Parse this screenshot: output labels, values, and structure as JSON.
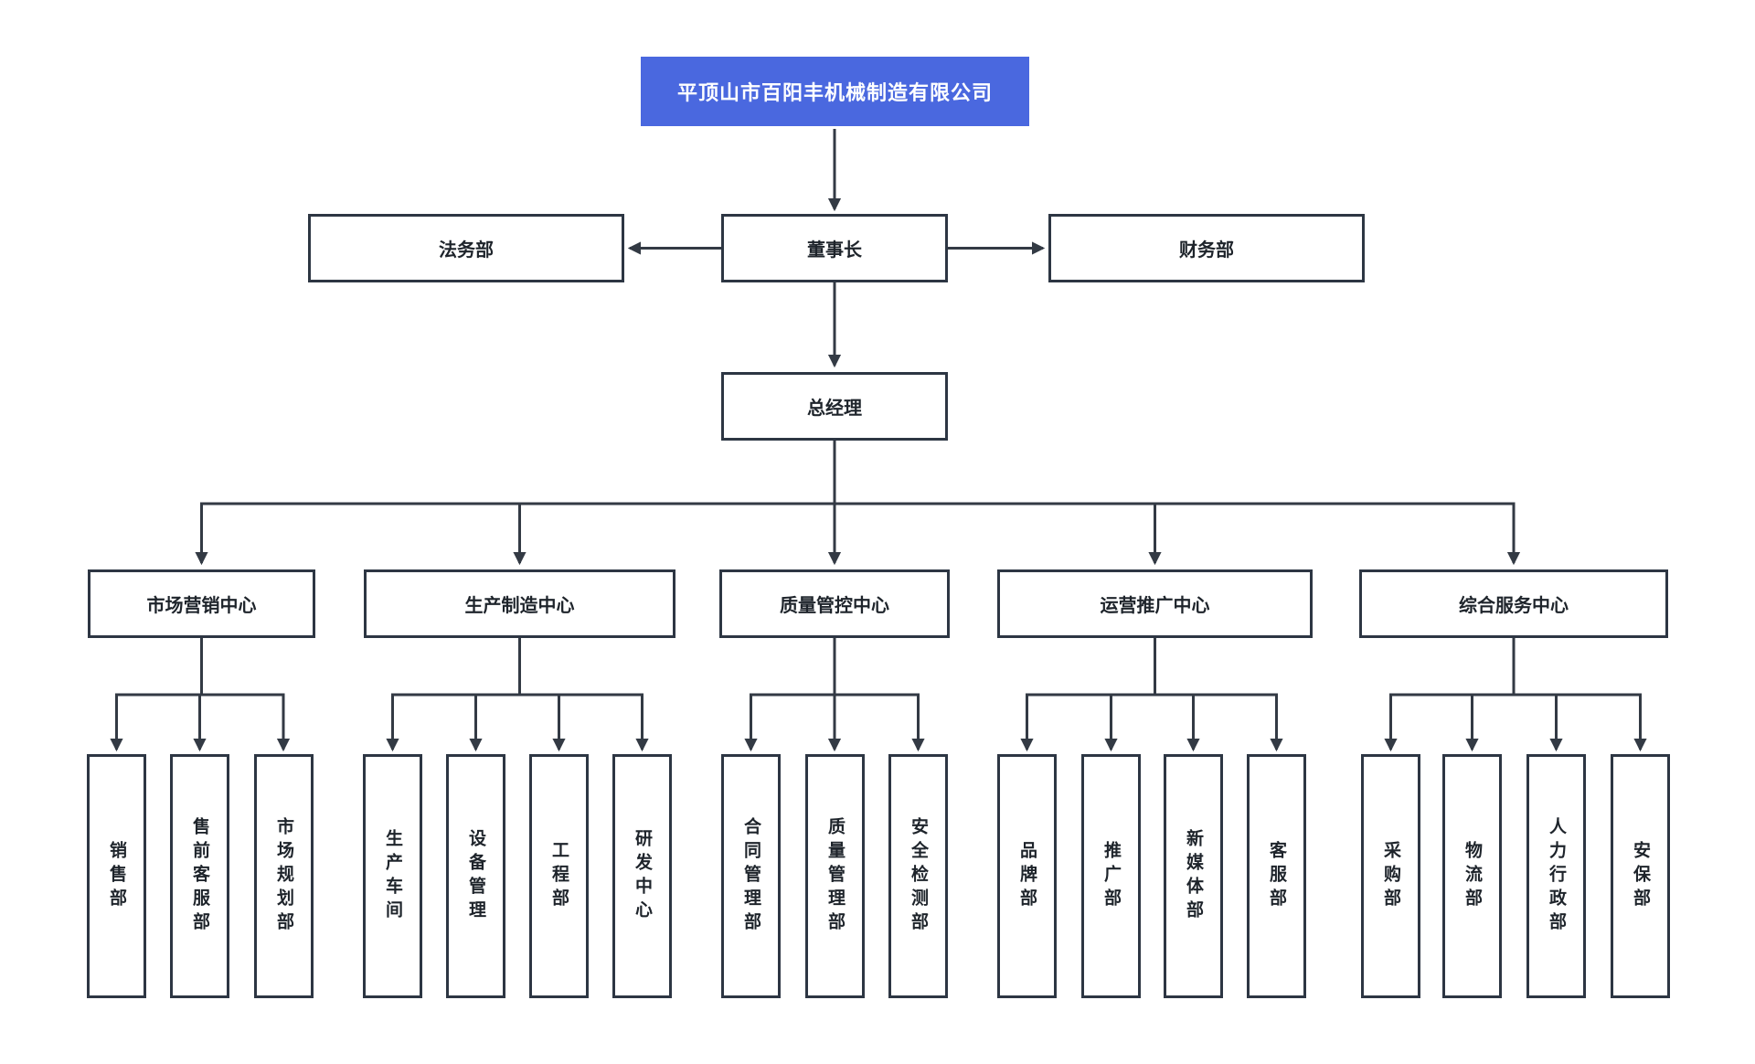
{
  "org_chart": {
    "root": {
      "label": "平顶山市百阳丰机械制造有限公司"
    },
    "level2": [
      {
        "label": "法务部"
      },
      {
        "label": "董事长"
      },
      {
        "label": "财务部"
      }
    ],
    "general_manager": {
      "label": "总经理"
    },
    "centers": [
      {
        "label": "市场营销中心",
        "departments": [
          "销售部",
          "售前客服部",
          "市场规划部"
        ]
      },
      {
        "label": "生产制造中心",
        "departments": [
          "生产车间",
          "设备管理",
          "工程部",
          "研发中心"
        ]
      },
      {
        "label": "质量管控中心",
        "departments": [
          "合同管理部",
          "质量管理部",
          "安全检测部"
        ]
      },
      {
        "label": "运营推广中心",
        "departments": [
          "品牌部",
          "推广部",
          "新媒体部",
          "客服部"
        ]
      },
      {
        "label": "综合服务中心",
        "departments": [
          "采购部",
          "物流部",
          "人力行政部",
          "安保部"
        ]
      }
    ],
    "colors": {
      "root_background": "#4a68df",
      "root_text": "#ffffff",
      "box_border": "#2d3643",
      "connector_line": "#333a44",
      "text": "#1e242b",
      "background": "#ffffff"
    }
  }
}
